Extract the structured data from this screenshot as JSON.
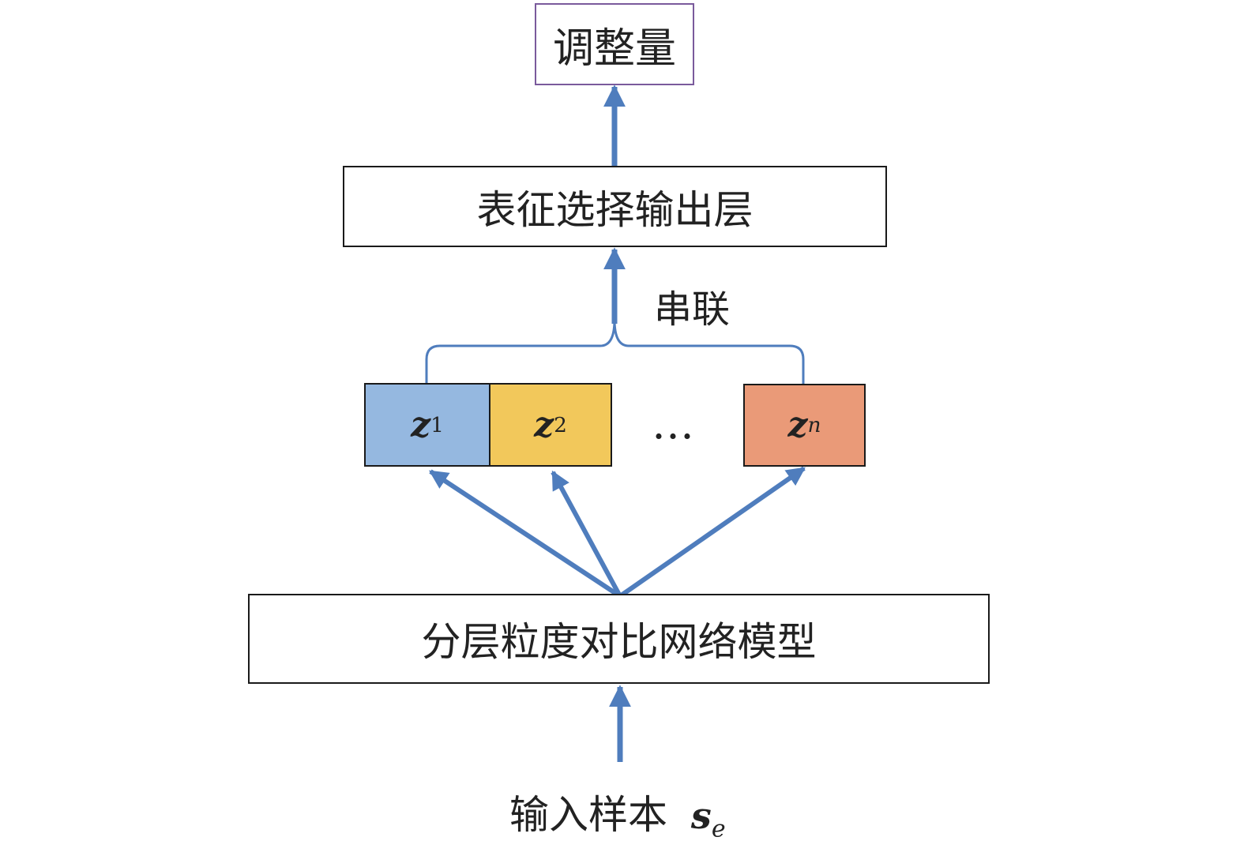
{
  "nodes": {
    "output": "调整量",
    "selection_layer": "表征选择输出层",
    "concat_label": "串联",
    "z1": {
      "symbol": "z",
      "subscript": "1",
      "color": "#95b8e0"
    },
    "z2": {
      "symbol": "z",
      "subscript": "2",
      "color": "#f2c85b"
    },
    "ellipsis": "…",
    "zn": {
      "symbol": "z",
      "subscript": "n",
      "color": "#ea9a78"
    },
    "model": "分层粒度对比网络模型",
    "input_label": "输入样本",
    "input_symbol": "s",
    "input_subscript": "e"
  },
  "colors": {
    "arrow": "#4f7dbd",
    "output_border": "#7a5a9c",
    "box_border": "#1a1a1a"
  }
}
